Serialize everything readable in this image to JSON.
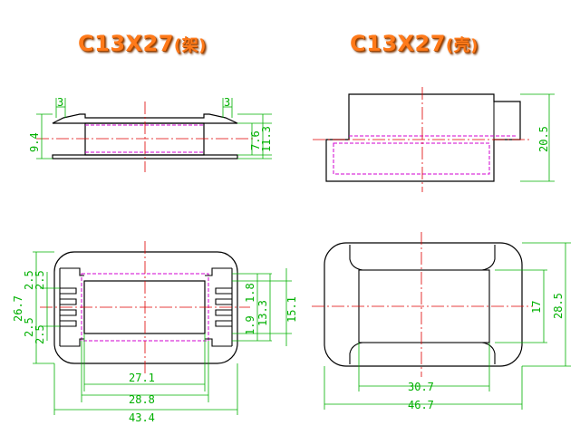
{
  "titles": {
    "frame": {
      "model": "C13X27",
      "suffix": "(架)"
    },
    "shell": {
      "model": "C13X27",
      "suffix": "(壳)"
    }
  },
  "colors": {
    "outline": "#000000",
    "dimension": "#00b000",
    "centerline": "#e00000",
    "hidden": "#d000d0",
    "title": "#ff7a1a"
  },
  "dimensions": {
    "frame_side": {
      "top_left": "3",
      "top_right": "3",
      "left": "9.4",
      "right_a": "7.6",
      "right_b": "11.3"
    },
    "shell_side": {
      "right": "20.5"
    },
    "frame_top": {
      "left_a": "26.7",
      "left_b": "2.5",
      "left_c": "2.5",
      "left_d": "2.5",
      "left_e": "2.5",
      "right_a": "1.8",
      "right_b": "1.9",
      "right_c": "13.3",
      "right_d": "15.1",
      "bottom_a": "27.1",
      "bottom_b": "28.8",
      "bottom_c": "43.4"
    },
    "shell_top": {
      "right_a": "17",
      "right_b": "28.5",
      "bottom_a": "30.7",
      "bottom_b": "46.7"
    }
  }
}
